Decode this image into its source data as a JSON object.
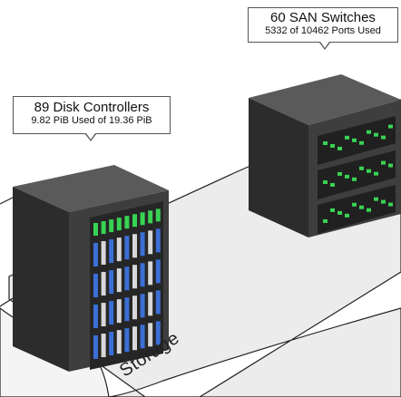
{
  "disk_controllers": {
    "title": "89 Disk Controllers",
    "usage": "9.82 PiB Used of 19.36 PiB"
  },
  "san_switches": {
    "title": "60 SAN Switches",
    "usage": "5332 of 10462 Ports Used"
  },
  "platform": {
    "label": "Storage"
  },
  "colors": {
    "platform_fill": "#ececec",
    "platform_edge": "#222222",
    "rack_front": "#3e3e3e",
    "rack_top": "#5a5a5a",
    "rack_side": "#2c2c2c",
    "led_green": "#39d353",
    "drive_blue": "#3b6fd6"
  }
}
